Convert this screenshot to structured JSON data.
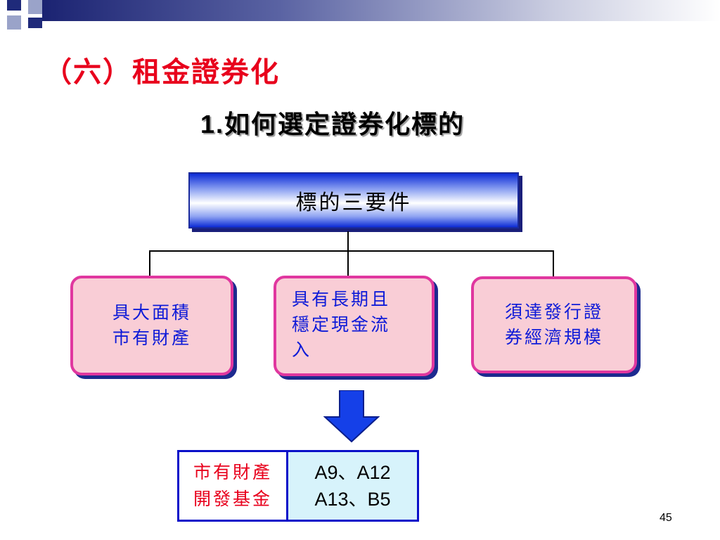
{
  "title": "（六）租金證券化",
  "subtitle": {
    "number": "1.",
    "text": "如何選定證券化標的"
  },
  "top_box": {
    "label": "標的三要件"
  },
  "boxes": [
    {
      "lines": [
        "具大面積",
        "市有財產"
      ]
    },
    {
      "lines": [
        "具有長期且",
        "穩定現金流",
        "入"
      ]
    },
    {
      "lines": [
        "須達發行證",
        "券經濟規模"
      ]
    }
  ],
  "table": {
    "left": [
      "市有財產",
      "開發基金"
    ],
    "right": [
      "A9、A12",
      "A13、B5"
    ]
  },
  "page_number": "45",
  "colors": {
    "title": "#e8001c",
    "box_fill": "#f9cdd6",
    "box_border": "#e0379f",
    "box_text": "#0d1ad8",
    "arrow": "#1540e8"
  },
  "icons": {
    "arrow": "down-arrow-icon"
  }
}
